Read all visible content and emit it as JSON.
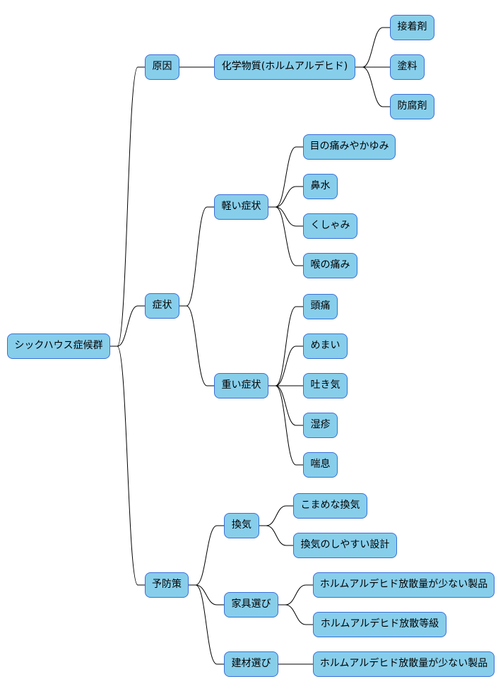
{
  "mindmap": {
    "root": {
      "label": "シックハウス症候群",
      "children": [
        {
          "label": "原因",
          "children": [
            {
              "label": "化学物質(ホルムアルデヒド)",
              "children": [
                {
                  "label": "接着剤"
                },
                {
                  "label": "塗料"
                },
                {
                  "label": "防腐剤"
                }
              ]
            }
          ]
        },
        {
          "label": "症状",
          "children": [
            {
              "label": "軽い症状",
              "children": [
                {
                  "label": "目の痛みやかゆみ"
                },
                {
                  "label": "鼻水"
                },
                {
                  "label": "くしゃみ"
                },
                {
                  "label": "喉の痛み"
                }
              ]
            },
            {
              "label": "重い症状",
              "children": [
                {
                  "label": "頭痛"
                },
                {
                  "label": "めまい"
                },
                {
                  "label": "吐き気"
                },
                {
                  "label": "湿疹"
                },
                {
                  "label": "喘息"
                }
              ]
            }
          ]
        },
        {
          "label": "予防策",
          "children": [
            {
              "label": "換気",
              "children": [
                {
                  "label": "こまめな換気"
                },
                {
                  "label": "換気のしやすい設計"
                }
              ]
            },
            {
              "label": "家具選び",
              "children": [
                {
                  "label": "ホルムアルデヒド放散量が少ない製品"
                },
                {
                  "label": "ホルムアルデヒド放散等級"
                }
              ]
            },
            {
              "label": "建材選び",
              "children": [
                {
                  "label": "ホルムアルデヒド放散量が少ない製品"
                }
              ]
            }
          ]
        }
      ]
    },
    "colors": {
      "node_fill": "#87ceeb",
      "node_border": "#3a6fd8",
      "edge": "#000000"
    }
  }
}
